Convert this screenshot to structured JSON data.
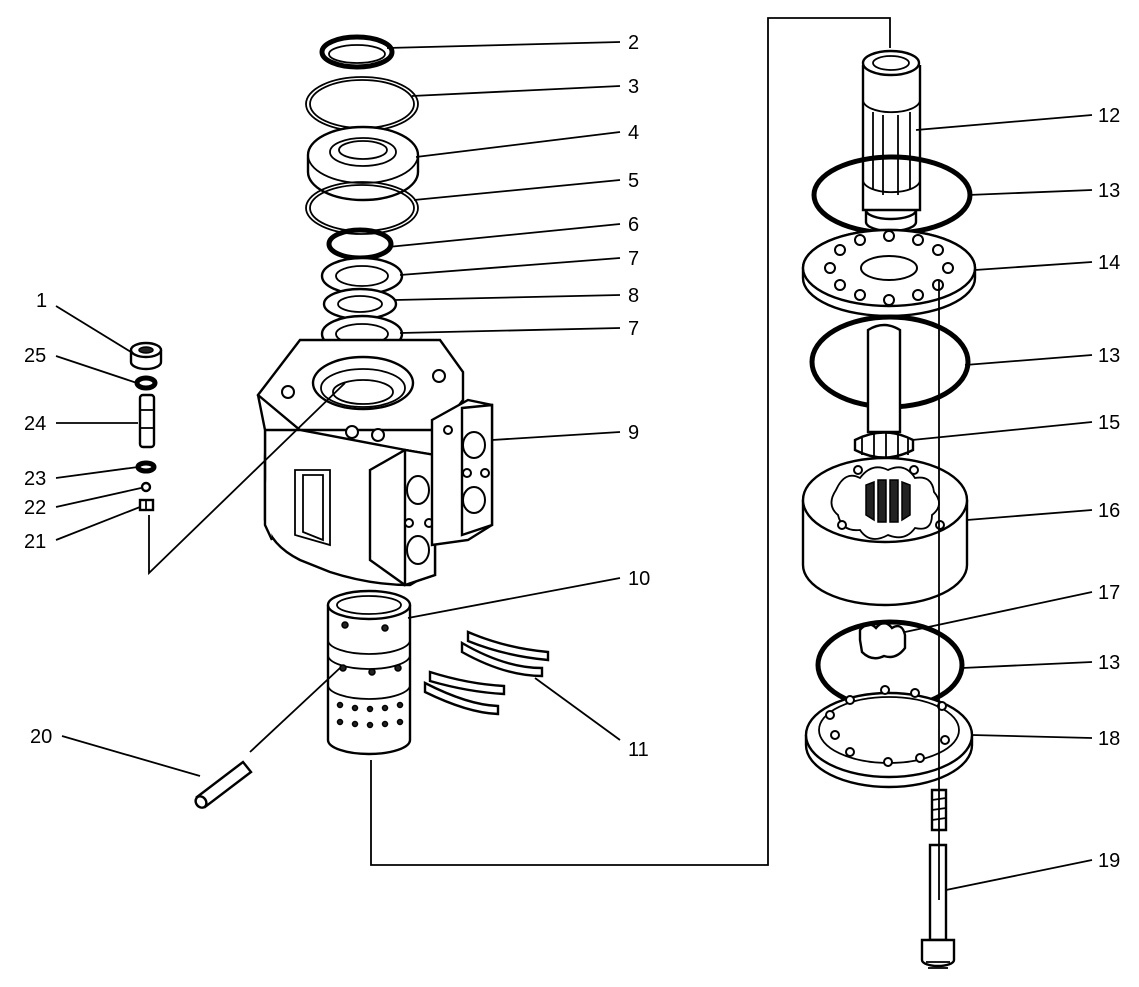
{
  "labels": {
    "n1": "1",
    "n2": "2",
    "n3": "3",
    "n4": "4",
    "n5": "5",
    "n6": "6",
    "n7a": "7",
    "n8": "8",
    "n7b": "7",
    "n9": "9",
    "n10": "10",
    "n11": "11",
    "n12": "12",
    "n13a": "13",
    "n14": "14",
    "n13b": "13",
    "n15": "15",
    "n16": "16",
    "n17": "17",
    "n13c": "13",
    "n18": "18",
    "n19": "19",
    "n20": "20",
    "n21": "21",
    "n22": "22",
    "n23": "23",
    "n24": "24",
    "n25": "25"
  }
}
